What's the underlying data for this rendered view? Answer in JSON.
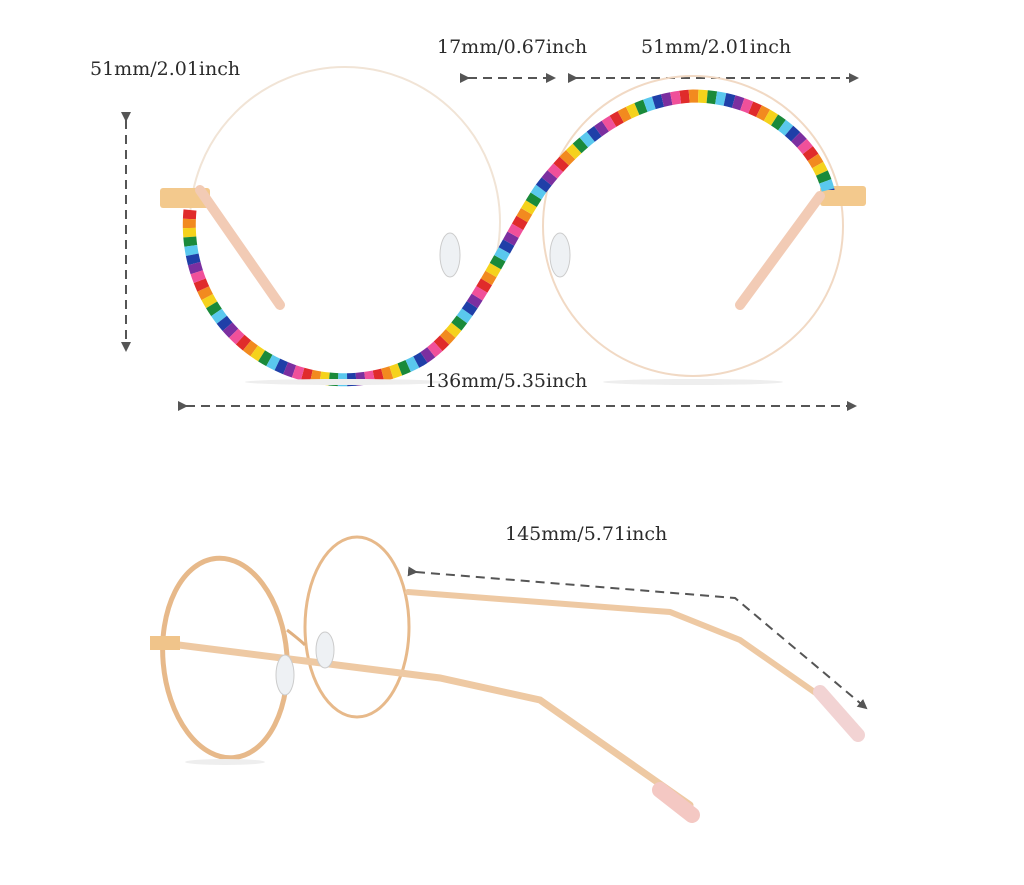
{
  "dimensions": {
    "lens_height": "51mm/2.01inch",
    "bridge_width": "17mm/0.67inch",
    "lens_width": "51mm/2.01inch",
    "frame_width": "136mm/5.35inch",
    "temple_length": "145mm/5.71inch"
  },
  "colors": {
    "arrow": "#555555",
    "frame_gold": "#e2b98a",
    "rainbow": [
      "#e02b2b",
      "#f28a1f",
      "#f5d21c",
      "#1a8a3a",
      "#5ac8ee",
      "#1f3fa8",
      "#7b2fa0",
      "#f0509a"
    ]
  }
}
